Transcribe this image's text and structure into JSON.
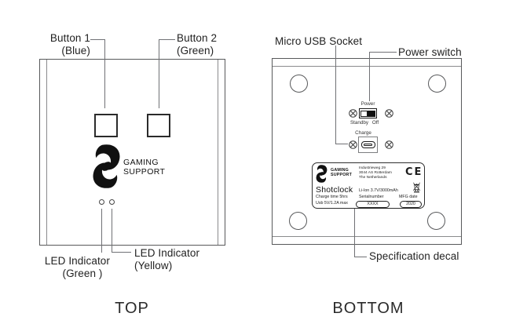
{
  "top_view": {
    "caption": "TOP",
    "button1_label": {
      "line1": "Button 1",
      "line2": "(Blue)"
    },
    "button2_label": {
      "line1": "Button 2",
      "line2": "(Green)"
    },
    "led_green_label": {
      "line1": "LED Indicator",
      "line2": "(Green )"
    },
    "led_yellow_label": {
      "line1": "LED Indicator",
      "line2": "(Yellow)"
    },
    "logo": {
      "line1": "GAMING",
      "line2": "SUPPORT"
    }
  },
  "bottom_view": {
    "caption": "BOTTOM",
    "usb_label": "Micro USB Socket",
    "power_label": "Power switch",
    "decal_label": "Specification decal",
    "power_switch": {
      "title": "Power",
      "left_state": "Standby",
      "right_state": "Off"
    },
    "charge_title": "Charge",
    "decal": {
      "logo": {
        "line1": "GAMING",
        "line2": "SUPPORT"
      },
      "address_line1": "Industrieweg 29",
      "address_line2": "3044 AS Rotterdam",
      "address_line3": "The Netherlands",
      "ce_mark": "CE",
      "product_name": "Shotclock",
      "charge_time": "Charge time 5hrs",
      "usb_rating": "Usb 5V/1.2A max",
      "battery": "Li-Ion 3.7V/3000mAh",
      "serial_label": "Serialnumber",
      "serial_value": "XXXX",
      "mfg_label": "MFG date",
      "mfg_value": "2020"
    }
  },
  "colors": {
    "outline": "#58595b",
    "leader": "#707175",
    "ink": "#111111"
  }
}
